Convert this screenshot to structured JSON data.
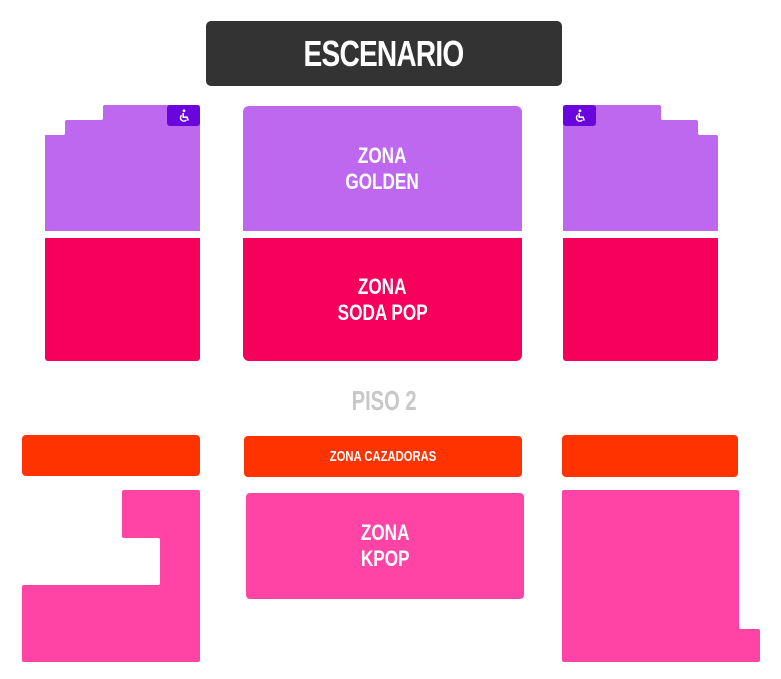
{
  "stage": {
    "label": "ESCENARIO",
    "color": "#333333"
  },
  "floor_label": "PISO 2",
  "zones": {
    "golden": {
      "line1": "ZONA",
      "line2": "GOLDEN",
      "color": "#bd68ee"
    },
    "soda_pop": {
      "line1": "ZONA",
      "line2": "SODA POP",
      "color": "#f7005b"
    },
    "cazadoras": {
      "label": "ZONA CAZADORAS",
      "color": "#ff3300"
    },
    "kpop": {
      "line1": "ZONA",
      "line2": "KPOP",
      "color": "#ff44a5"
    }
  },
  "accessibility": {
    "icon": "wheelchair-icon",
    "color": "#6a06dd"
  }
}
